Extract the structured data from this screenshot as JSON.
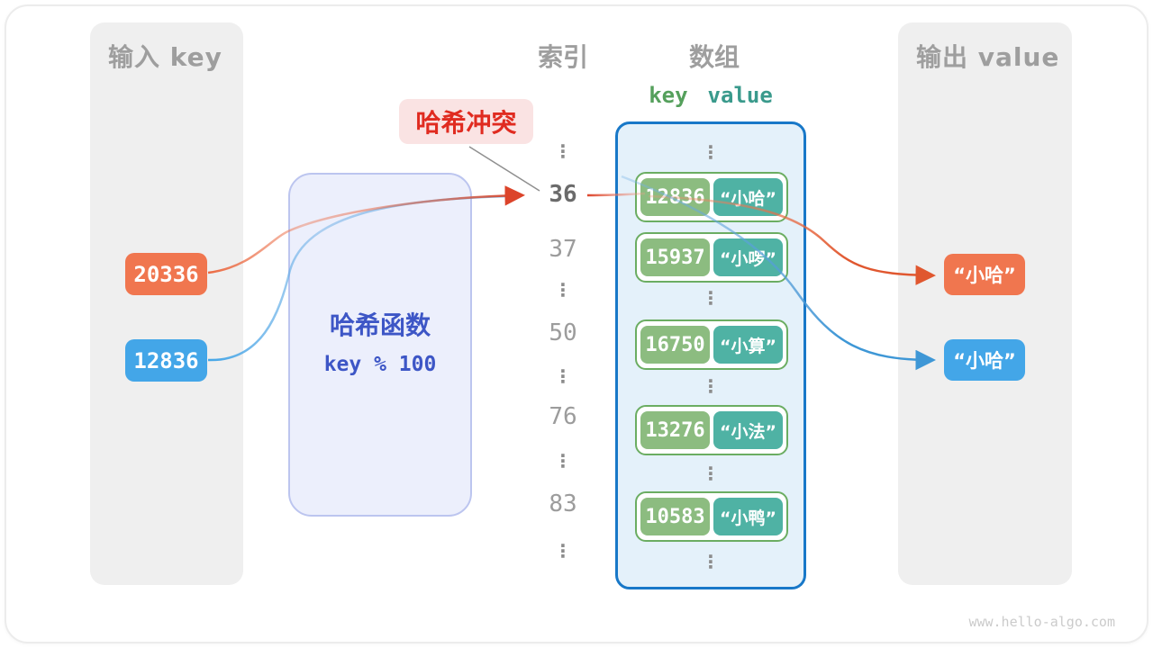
{
  "watermark": "www.hello-algo.com",
  "input_panel": {
    "title": "输入 key",
    "keys": [
      {
        "label": "20336",
        "variant": "orange"
      },
      {
        "label": "12836",
        "variant": "blue"
      }
    ]
  },
  "hash_function": {
    "name": "哈希函数",
    "formula": "key % 100"
  },
  "collision_badge": {
    "label": "哈希冲突"
  },
  "index_column": {
    "title": "索引",
    "items": [
      "⋮",
      "36",
      "37",
      "⋮",
      "50",
      "⋮",
      "76",
      "⋮",
      "83",
      "⋮"
    ],
    "highlighted_index": "36"
  },
  "array_panel": {
    "title": "数组",
    "header": {
      "key": "key",
      "value": "value"
    },
    "ellipsis": "⋮",
    "entries": [
      {
        "key": "12836",
        "value": "“小哈”"
      },
      {
        "key": "15937",
        "value": "“小啰”"
      },
      {
        "key": "16750",
        "value": "“小算”"
      },
      {
        "key": "13276",
        "value": "“小法”"
      },
      {
        "key": "10583",
        "value": "“小鸭”"
      }
    ]
  },
  "output_panel": {
    "title": "输出 value",
    "values": [
      {
        "label": "“小哈”",
        "variant": "orange"
      },
      {
        "label": "“小哈”",
        "variant": "blue"
      }
    ]
  },
  "colors": {
    "orange_box": "#f0764f",
    "blue_box": "#43a6e8",
    "orange_arrow": "#dc442a",
    "blue_arrow": "#3e97d6",
    "key_green": "#8cbc80",
    "value_teal": "#4fb2a4",
    "entry_border": "#6bad62",
    "array_border": "#1878c8",
    "array_bg": "#e4f1fa",
    "hash_bg": "#e9ecfb",
    "hash_text": "#3d56c6",
    "collision_bg": "#fae3e3",
    "collision_text": "#e02b20",
    "panel_bg": "#efefef",
    "title_gray": "#9e9e9e",
    "key_header_green": "#55a05c",
    "value_header_teal": "#3a9a8c"
  }
}
